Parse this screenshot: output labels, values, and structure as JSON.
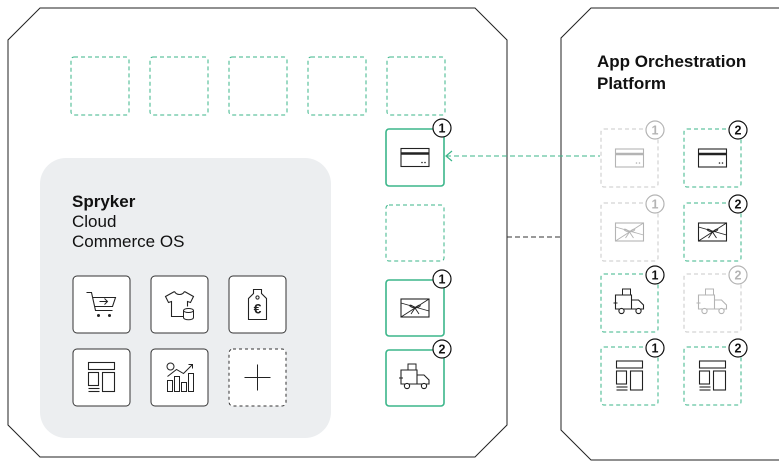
{
  "spryker": {
    "brand": "Spryker",
    "line1": "Cloud",
    "line2": "Commerce OS",
    "modules": [
      "cart-icon",
      "tshirt-icon",
      "price-tag-icon",
      "layout-icon",
      "analytics-icon",
      "add-icon"
    ]
  },
  "aop": {
    "line1": "App Orchestration",
    "line2": "Platform"
  },
  "slots": {
    "top_row_count": 5,
    "column": [
      {
        "icon": "credit-card-icon",
        "badge": "1",
        "active": true
      },
      {
        "icon": "",
        "badge": "",
        "active": false
      },
      {
        "icon": "gift-icon",
        "badge": "1",
        "active": true
      },
      {
        "icon": "delivery-truck-icon",
        "badge": "2",
        "active": true
      }
    ]
  },
  "apps": [
    [
      {
        "icon": "credit-card-icon",
        "badge": "1",
        "faded": true
      },
      {
        "icon": "credit-card-icon",
        "badge": "2",
        "faded": false
      }
    ],
    [
      {
        "icon": "gift-icon",
        "badge": "1",
        "faded": true
      },
      {
        "icon": "gift-icon",
        "badge": "2",
        "faded": false
      }
    ],
    [
      {
        "icon": "delivery-truck-icon",
        "badge": "1",
        "faded": false
      },
      {
        "icon": "delivery-truck-icon",
        "badge": "2",
        "faded": true
      }
    ],
    [
      {
        "icon": "layout-icon",
        "badge": "1",
        "faded": false
      },
      {
        "icon": "layout-icon",
        "badge": "2",
        "faded": false
      }
    ]
  ],
  "colors": {
    "accent": "#3bb68a",
    "outline": "#222222",
    "panel": "#eceef0",
    "faded": "#b4b4b4"
  }
}
